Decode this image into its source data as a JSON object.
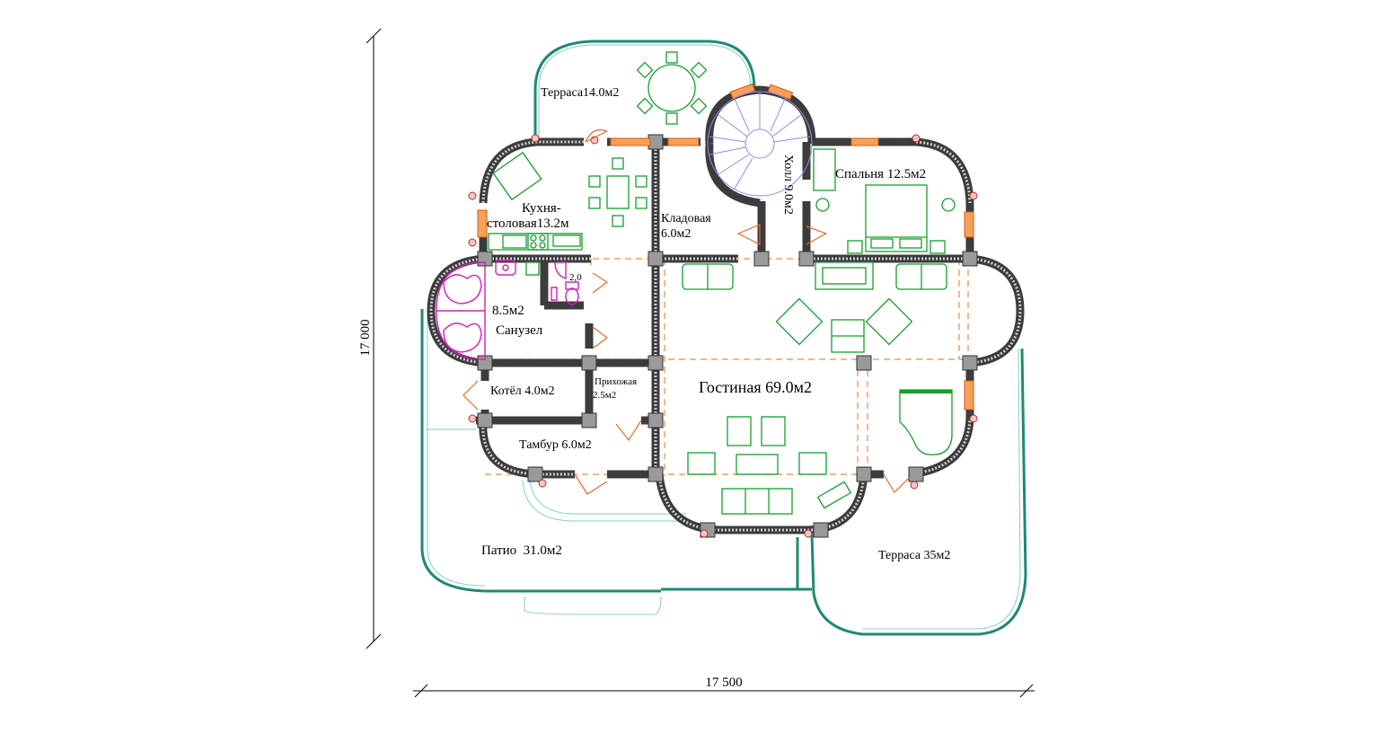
{
  "dimensions": {
    "width": "17 500",
    "height": "17 000"
  },
  "rooms": {
    "terrace_top": "Терраса14.0м2",
    "kitchen_line1": "Кухня-",
    "kitchen_line2": "столовая13.2м",
    "pantry_line1": "Кладовая",
    "pantry_line2": "6.0м2",
    "hall": "Холл 9.0м2",
    "bedroom": "Спальня 12.5м2",
    "wc_area": "2,0",
    "bathroom_area": "8.5м2",
    "bathroom_name": "Санузел",
    "boiler": "Котёл 4.0м2",
    "entry_line1": "Прихожая",
    "entry_line2": "2.5м2",
    "living": "Гостиная 69.0м2",
    "vestibule": "Тамбур 6.0м2",
    "patio": "Патио  31.0м2",
    "terrace_right": "Терраса 35м2"
  },
  "colors": {
    "walls": "#3c3c3c",
    "terrace": "#1e8a72",
    "axes": "#f08a3c",
    "furniture": "#12a02a",
    "sanitary": "#d41fb8",
    "doors": "#ea6a2a",
    "stairs": "#8c8cf0"
  }
}
